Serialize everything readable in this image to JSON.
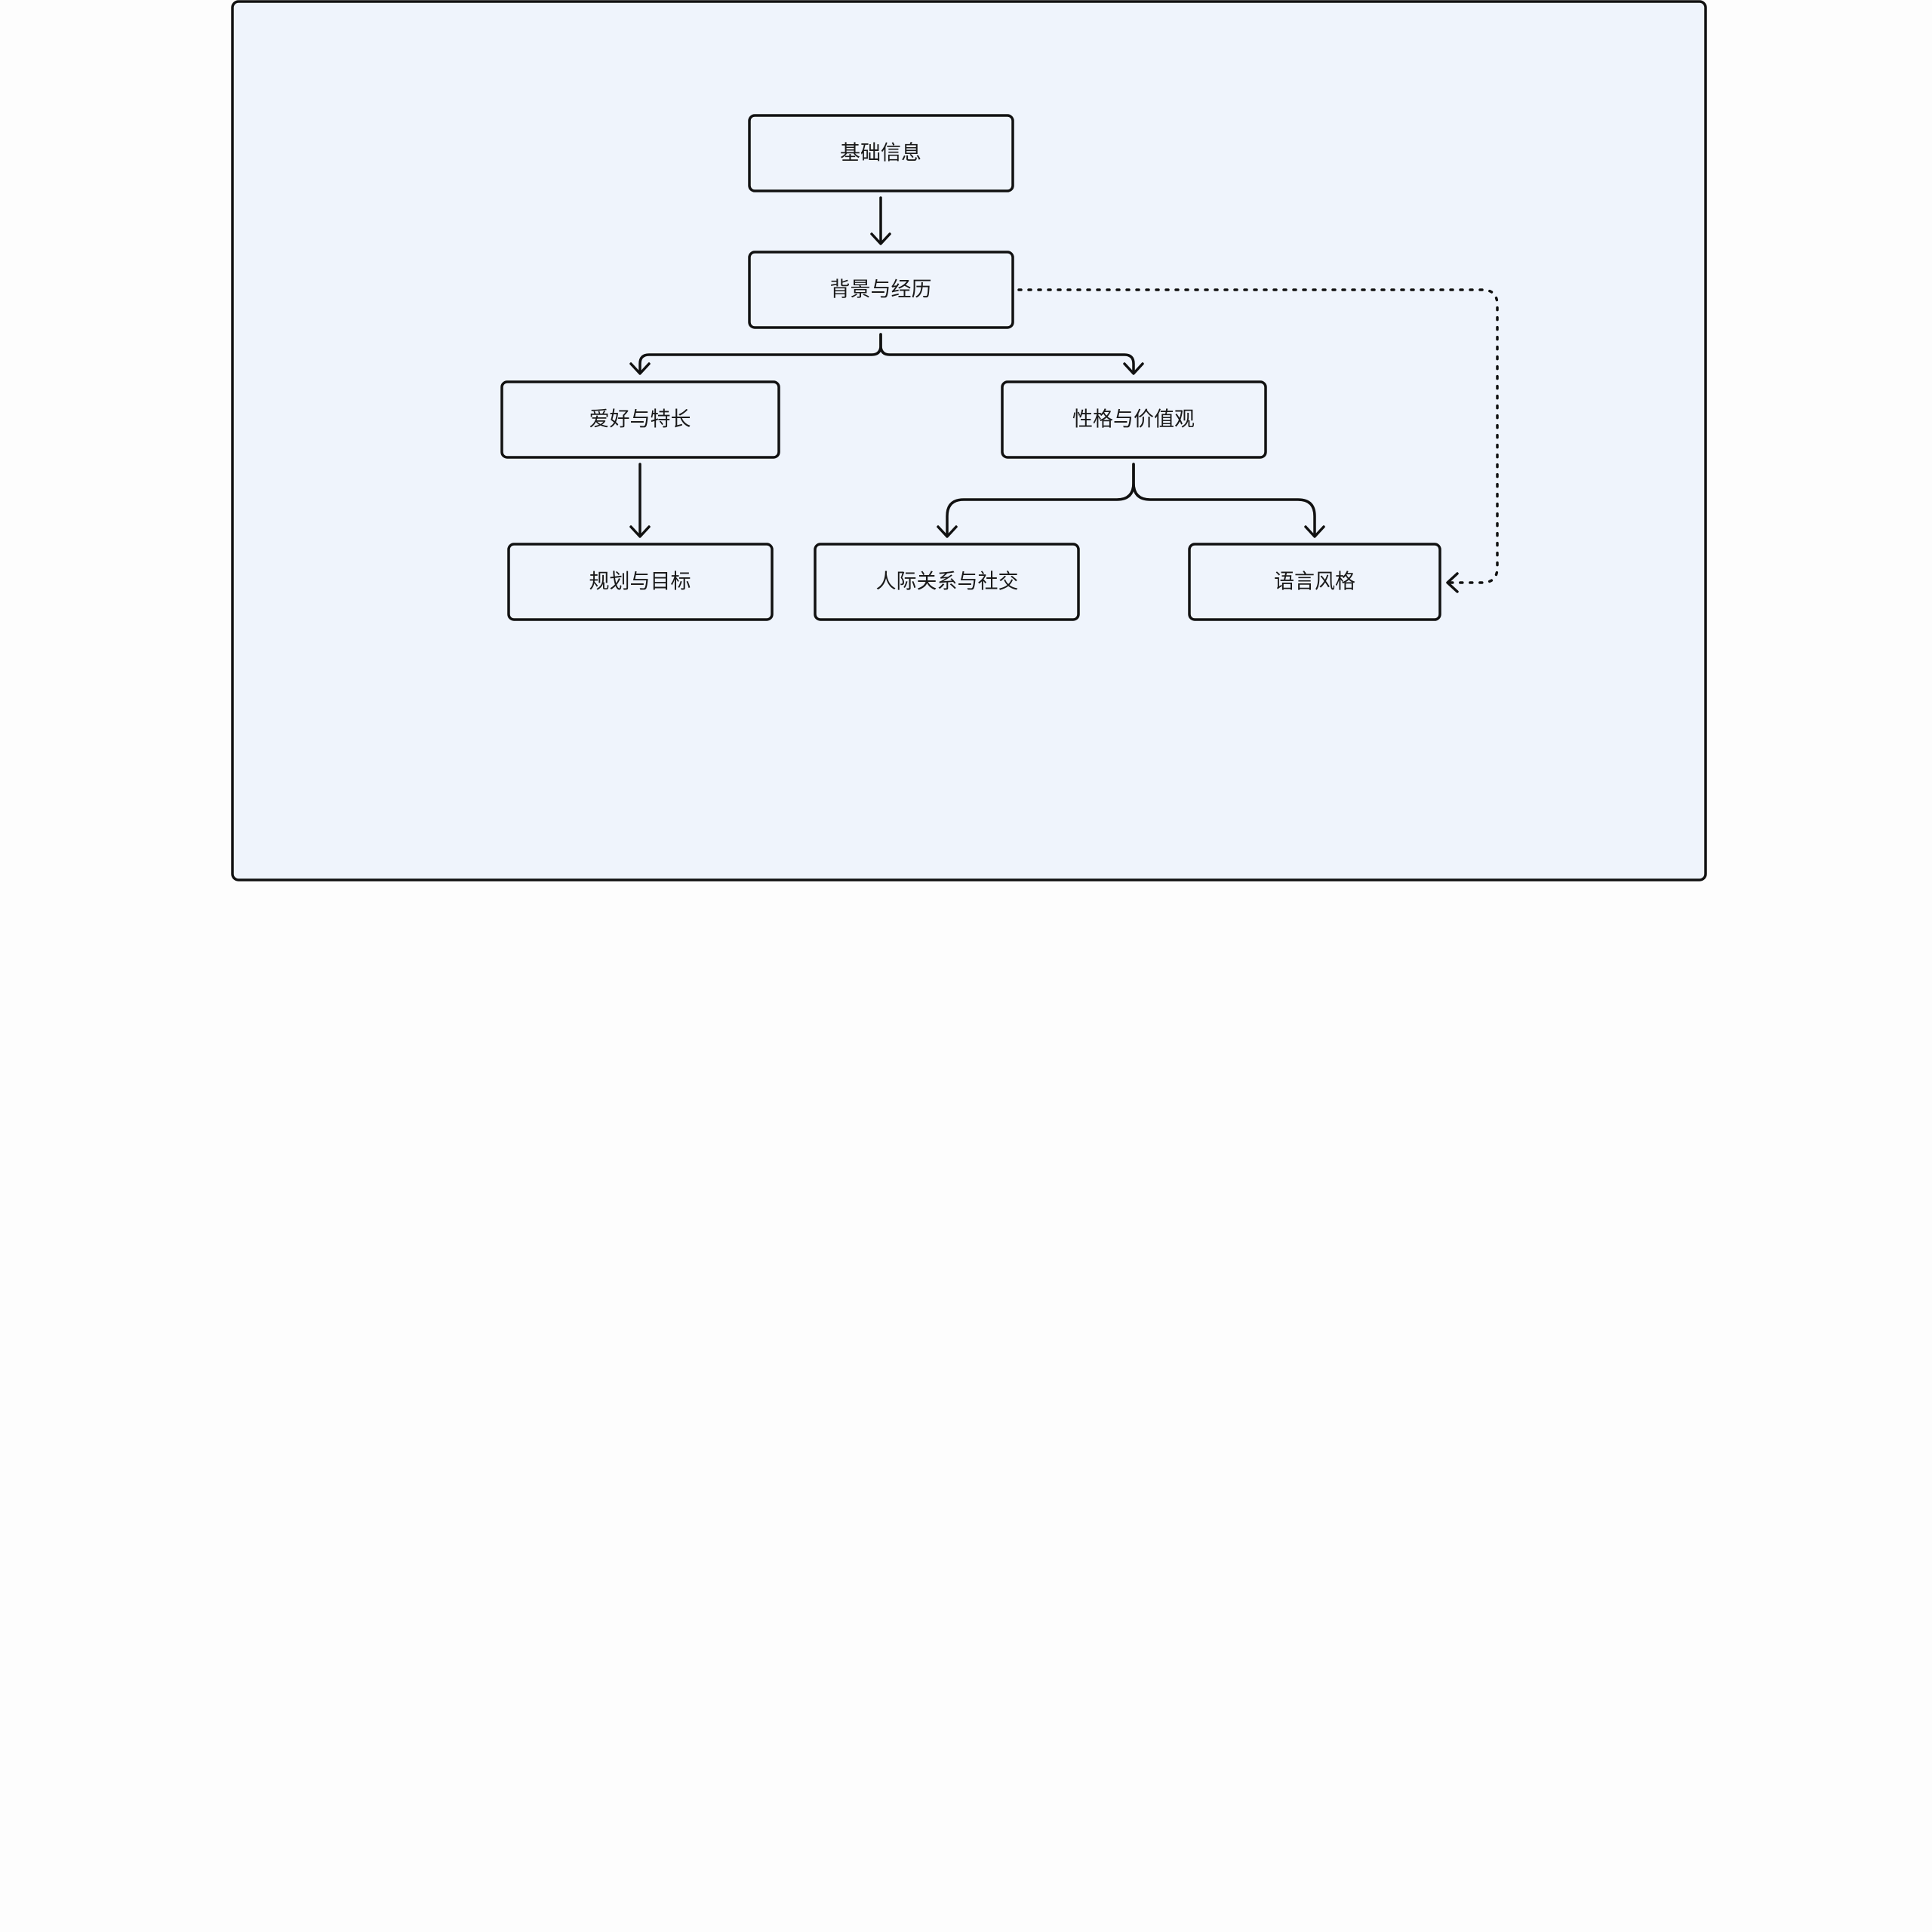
{
  "diagram": {
    "nodes": {
      "basic_info": "基础信息",
      "background_experience": "背景与经历",
      "hobbies_skills": "爱好与特长",
      "personality_values": "性格与价值观",
      "plans_goals": "规划与目标",
      "relationships_social": "人际关系与社交",
      "language_style": "语言风格"
    },
    "edges": [
      {
        "from": "basic_info",
        "to": "background_experience",
        "style": "solid"
      },
      {
        "from": "background_experience",
        "to": "hobbies_skills",
        "style": "solid"
      },
      {
        "from": "background_experience",
        "to": "personality_values",
        "style": "solid"
      },
      {
        "from": "hobbies_skills",
        "to": "plans_goals",
        "style": "solid"
      },
      {
        "from": "personality_values",
        "to": "relationships_social",
        "style": "solid"
      },
      {
        "from": "personality_values",
        "to": "language_style",
        "style": "solid"
      },
      {
        "from": "background_experience",
        "to": "language_style",
        "style": "dotted"
      }
    ],
    "colors": {
      "background": "#eff4fc",
      "stroke": "#111111",
      "page": "#fdfdfd"
    }
  }
}
